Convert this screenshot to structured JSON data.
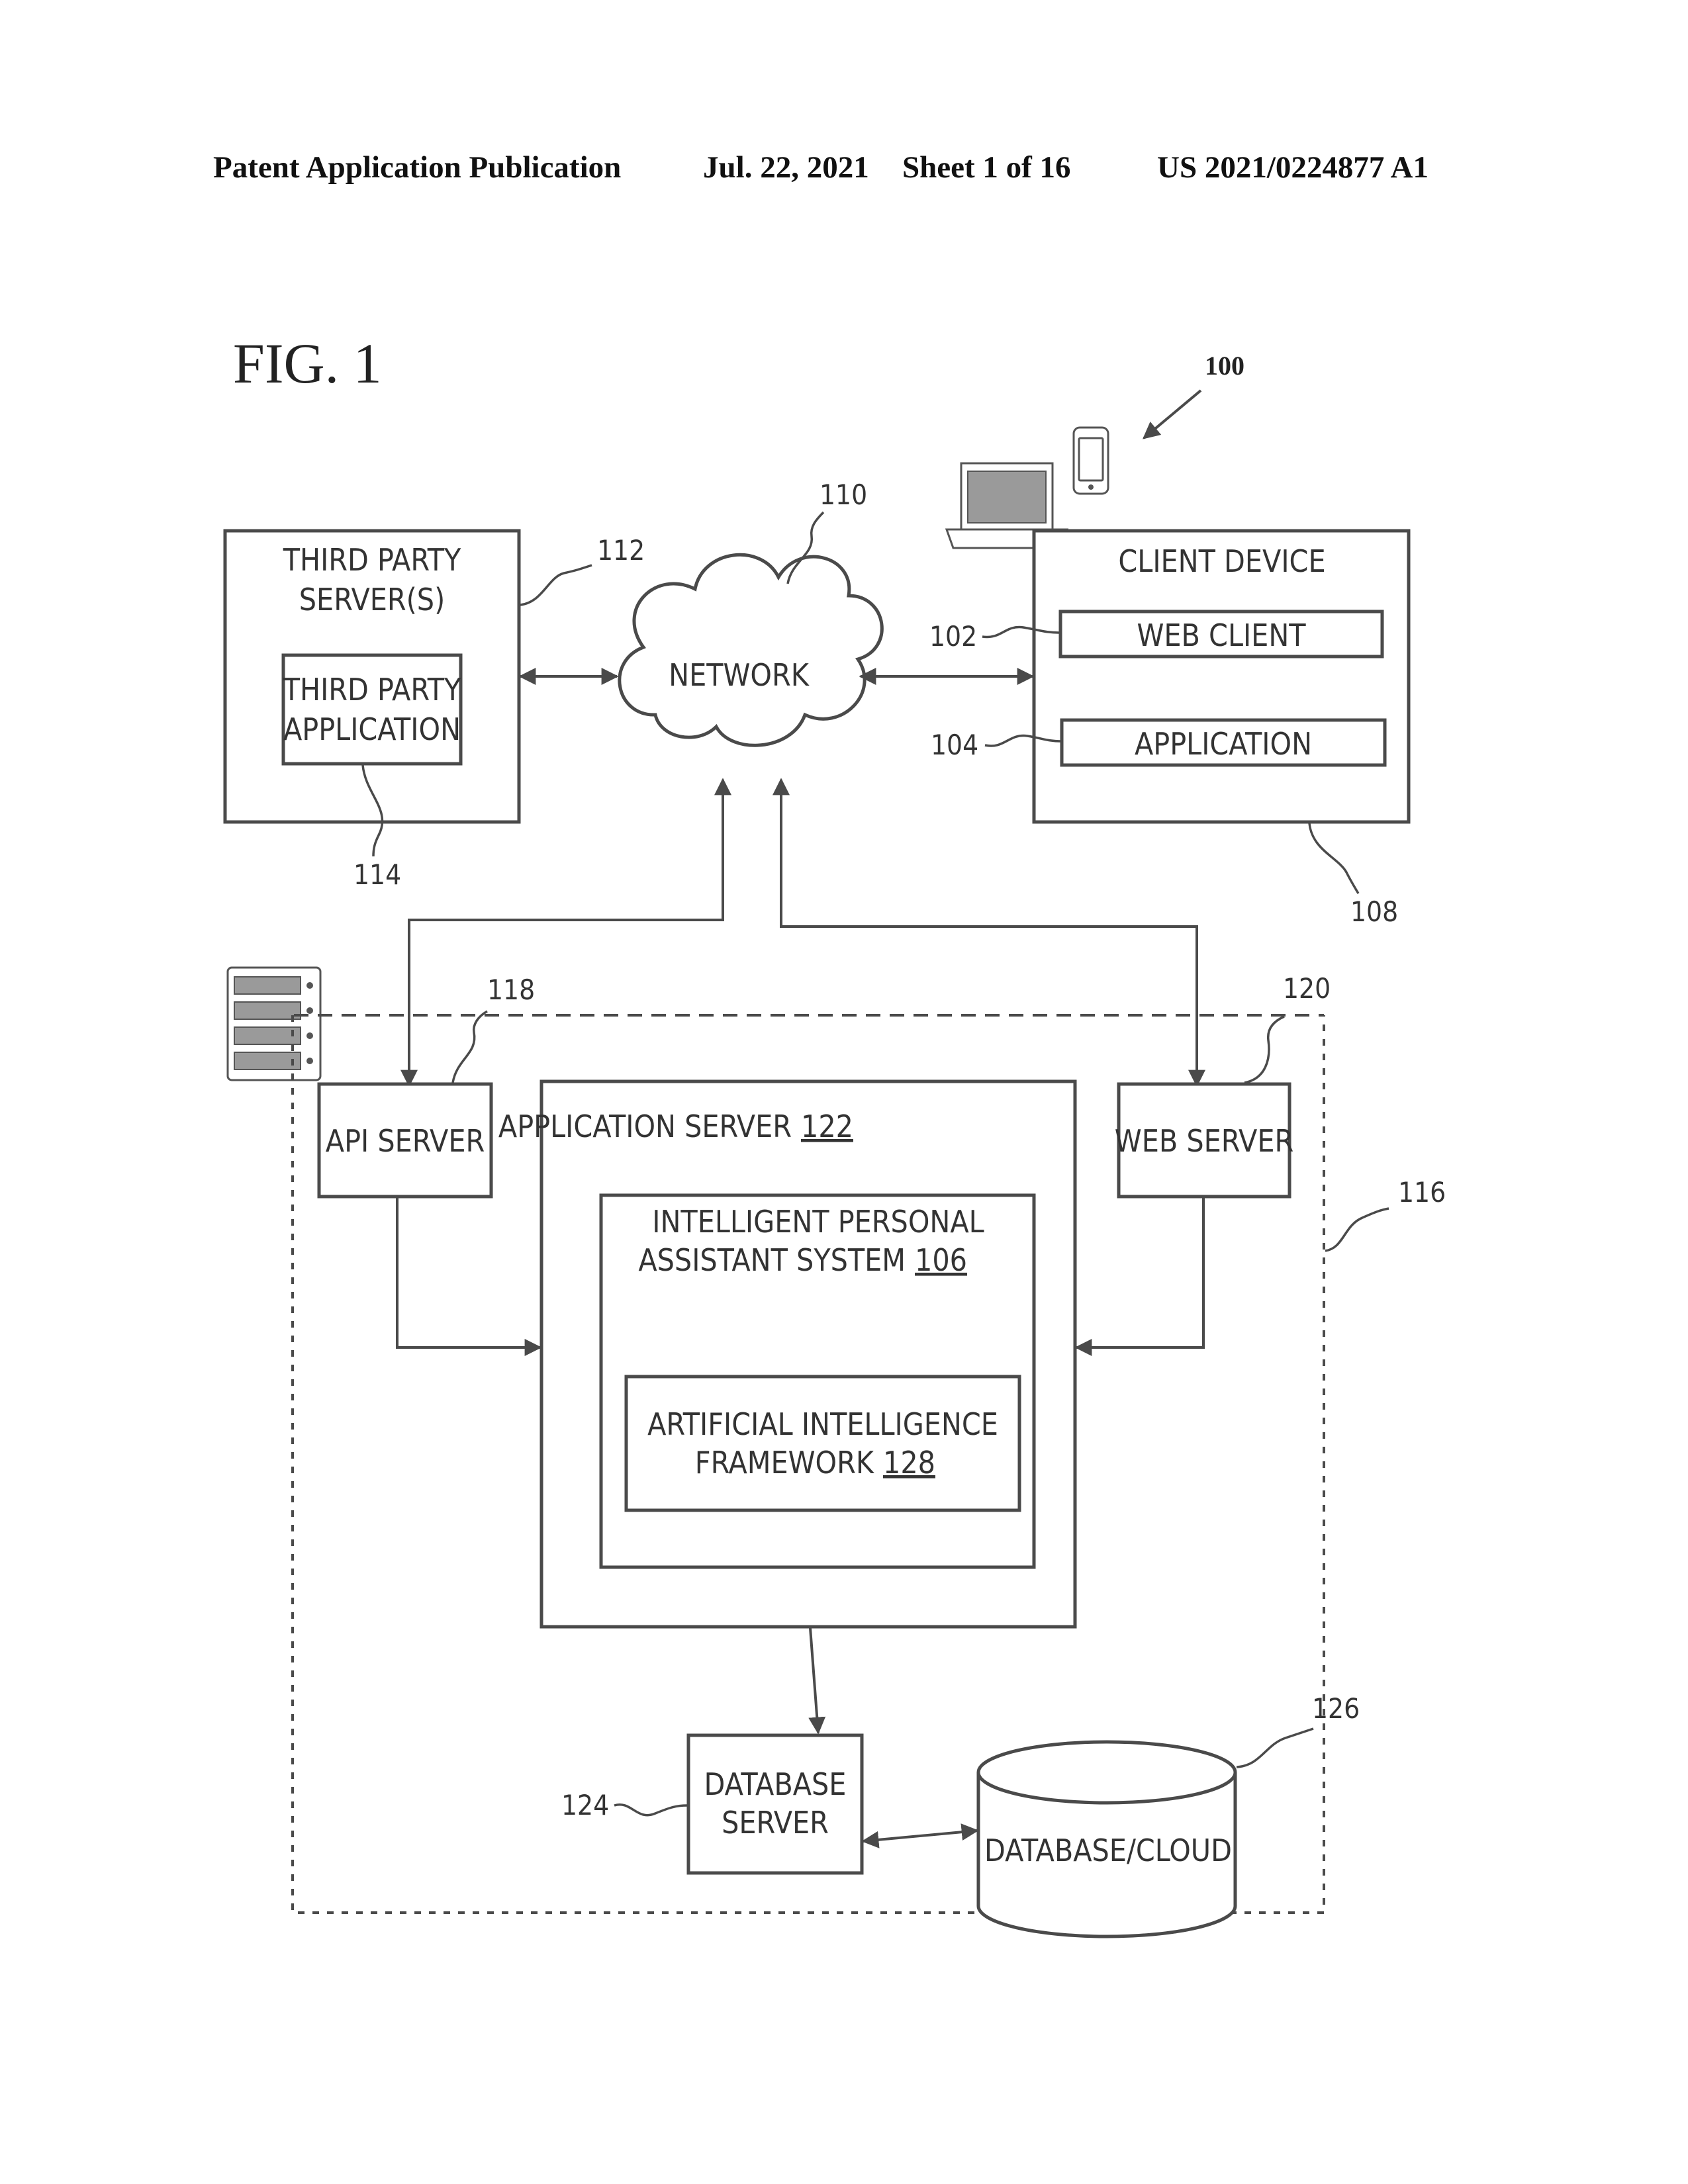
{
  "header": {
    "publication": "Patent Application Publication",
    "date": "Jul. 22, 2021",
    "sheet": "Sheet 1 of 16",
    "number": "US 2021/0224877 A1"
  },
  "figure": {
    "title": "FIG. 1",
    "ref": "100"
  },
  "nodes": {
    "third_party_server": {
      "line1": "THIRD PARTY",
      "line2": "SERVER(S)",
      "ref": "112"
    },
    "third_party_application": {
      "line1": "THIRD PARTY",
      "line2": "APPLICATION",
      "ref": "114"
    },
    "network": {
      "label": "NETWORK",
      "ref": "110"
    },
    "client_device": {
      "label": "CLIENT DEVICE",
      "ref": "108"
    },
    "web_client": {
      "label": "WEB CLIENT",
      "ref": "102"
    },
    "application": {
      "label": "APPLICATION",
      "ref": "104"
    },
    "api_server": {
      "label": "API SERVER",
      "ref": "118"
    },
    "web_server": {
      "label": "WEB SERVER",
      "ref": "120"
    },
    "application_server": {
      "label": "APPLICATION SERVER",
      "num": "122"
    },
    "ipa_system": {
      "line1": "INTELLIGENT PERSONAL",
      "line2": "ASSISTANT SYSTEM",
      "num": "106"
    },
    "ai_framework": {
      "line1": "ARTIFICIAL INTELLIGENCE",
      "line2": "FRAMEWORK",
      "num": "128"
    },
    "database_server": {
      "line1": "DATABASE",
      "line2": "SERVER",
      "ref": "124"
    },
    "database_cloud": {
      "label": "DATABASE/CLOUD",
      "ref": "126"
    },
    "networked_system": {
      "ref": "116"
    }
  },
  "icons": {
    "laptop": "laptop-icon",
    "phone": "phone-icon",
    "server_rack": "server-rack-icon"
  }
}
